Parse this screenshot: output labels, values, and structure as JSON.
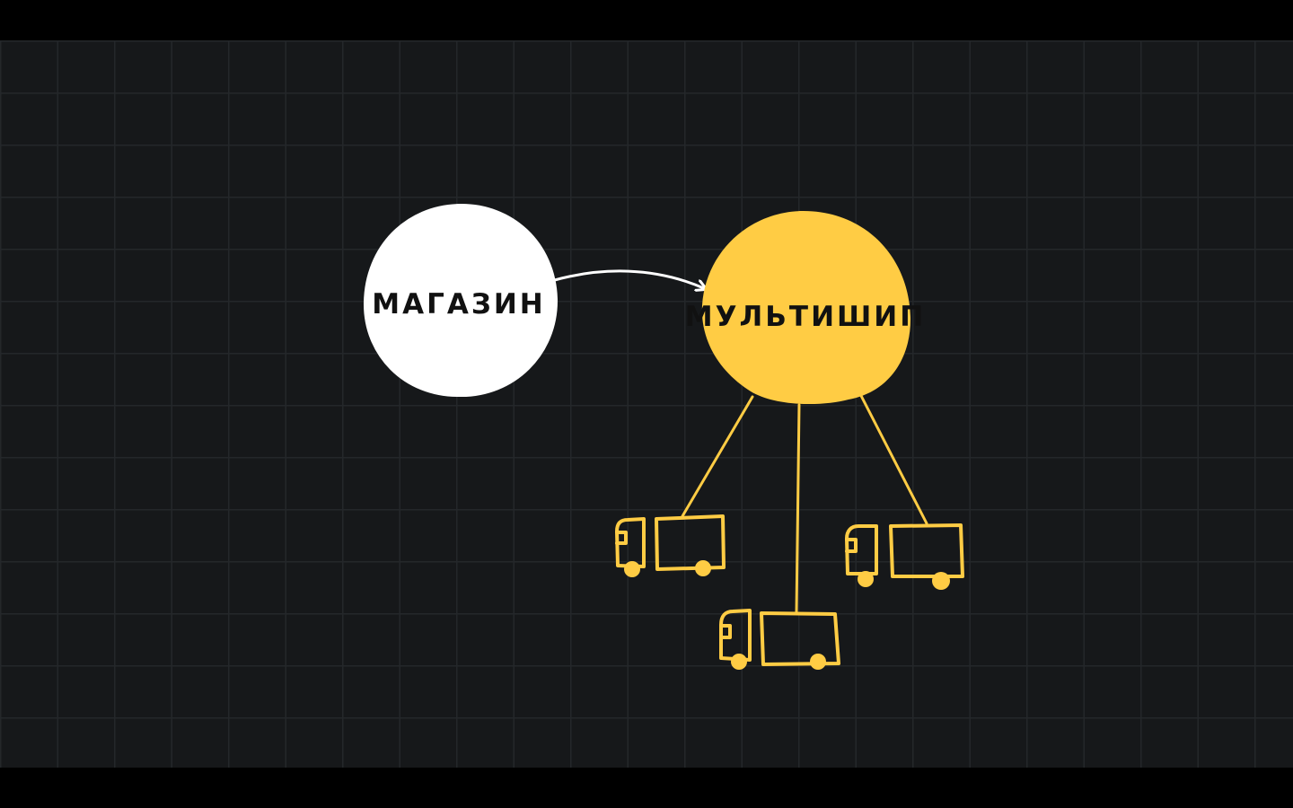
{
  "diagram": {
    "nodes": {
      "store": {
        "label": "МАГАЗИН",
        "fill": "#ffffff"
      },
      "hub": {
        "label": "МУЛЬТИШИП",
        "fill": "#ffcc44"
      }
    },
    "edges": [
      {
        "from": "store",
        "to": "hub",
        "arrow": true,
        "color": "#ffffff"
      },
      {
        "from": "hub",
        "to": "truck-1",
        "arrow": false,
        "color": "#ffcc44"
      },
      {
        "from": "hub",
        "to": "truck-2",
        "arrow": false,
        "color": "#ffcc44"
      },
      {
        "from": "hub",
        "to": "truck-3",
        "arrow": false,
        "color": "#ffcc44"
      }
    ],
    "trucks": [
      {
        "id": "truck-1",
        "icon": "truck-icon"
      },
      {
        "id": "truck-2",
        "icon": "truck-icon"
      },
      {
        "id": "truck-3",
        "icon": "truck-icon"
      }
    ]
  },
  "colors": {
    "background": "#16181a",
    "grid": "#24272a",
    "accent": "#ffcc44",
    "text": "#111111"
  }
}
